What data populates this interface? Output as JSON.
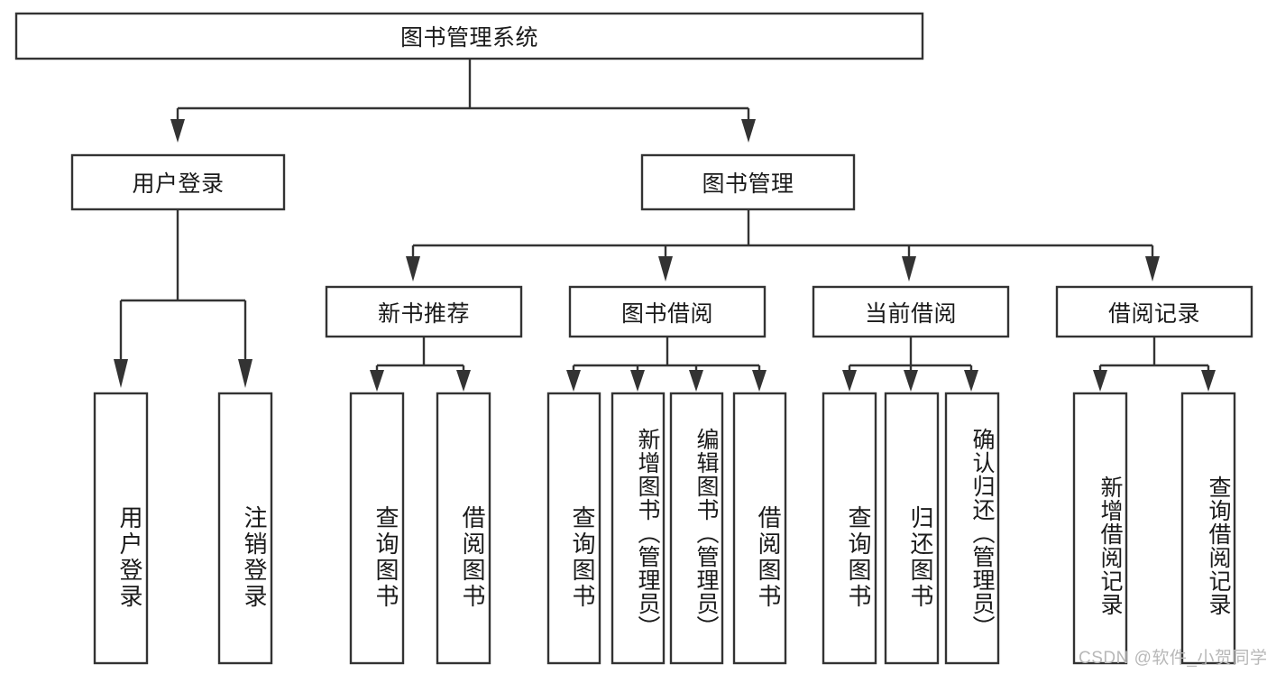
{
  "diagram": {
    "title_node": {
      "label": "图书管理系统"
    },
    "level2": [
      {
        "id": "user-login",
        "label": "用户登录"
      },
      {
        "id": "book-management",
        "label": "图书管理"
      }
    ],
    "level3": [
      {
        "id": "new-book-recommend",
        "label": "新书推荐"
      },
      {
        "id": "book-borrow",
        "label": "图书借阅"
      },
      {
        "id": "current-borrow",
        "label": "当前借阅"
      },
      {
        "id": "borrow-record",
        "label": "借阅记录"
      }
    ],
    "leaves": {
      "user_login": [
        {
          "id": "leaf-user-login",
          "label": "用户登录"
        },
        {
          "id": "leaf-logout-login",
          "label": "注销登录"
        }
      ],
      "new_book_recommend": [
        {
          "id": "leaf-query-book-1",
          "label": "查询图书"
        },
        {
          "id": "leaf-borrow-book-1",
          "label": "借阅图书"
        }
      ],
      "book_borrow": [
        {
          "id": "leaf-query-book-2",
          "label": "查询图书"
        },
        {
          "id": "leaf-add-book-admin",
          "label": "新增图书（管理员）"
        },
        {
          "id": "leaf-edit-book-admin",
          "label": "编辑图书（管理员）"
        },
        {
          "id": "leaf-borrow-book-2",
          "label": "借阅图书"
        }
      ],
      "current_borrow": [
        {
          "id": "leaf-query-book-3",
          "label": "查询图书"
        },
        {
          "id": "leaf-return-book",
          "label": "归还图书"
        },
        {
          "id": "leaf-confirm-return-admin",
          "label": "确认归还（管理员）"
        }
      ],
      "borrow_record": [
        {
          "id": "leaf-add-borrow-record",
          "label": "新增借阅记录"
        },
        {
          "id": "leaf-query-borrow-record",
          "label": "查询借阅记录"
        }
      ]
    }
  },
  "watermark": {
    "text": "CSDN @软件_小贺同学"
  },
  "colors": {
    "box_stroke": "#333333",
    "box_fill": "#ffffff",
    "text": "#1a1a1a",
    "watermark": "#b8b8b8",
    "background": "#ffffff"
  }
}
